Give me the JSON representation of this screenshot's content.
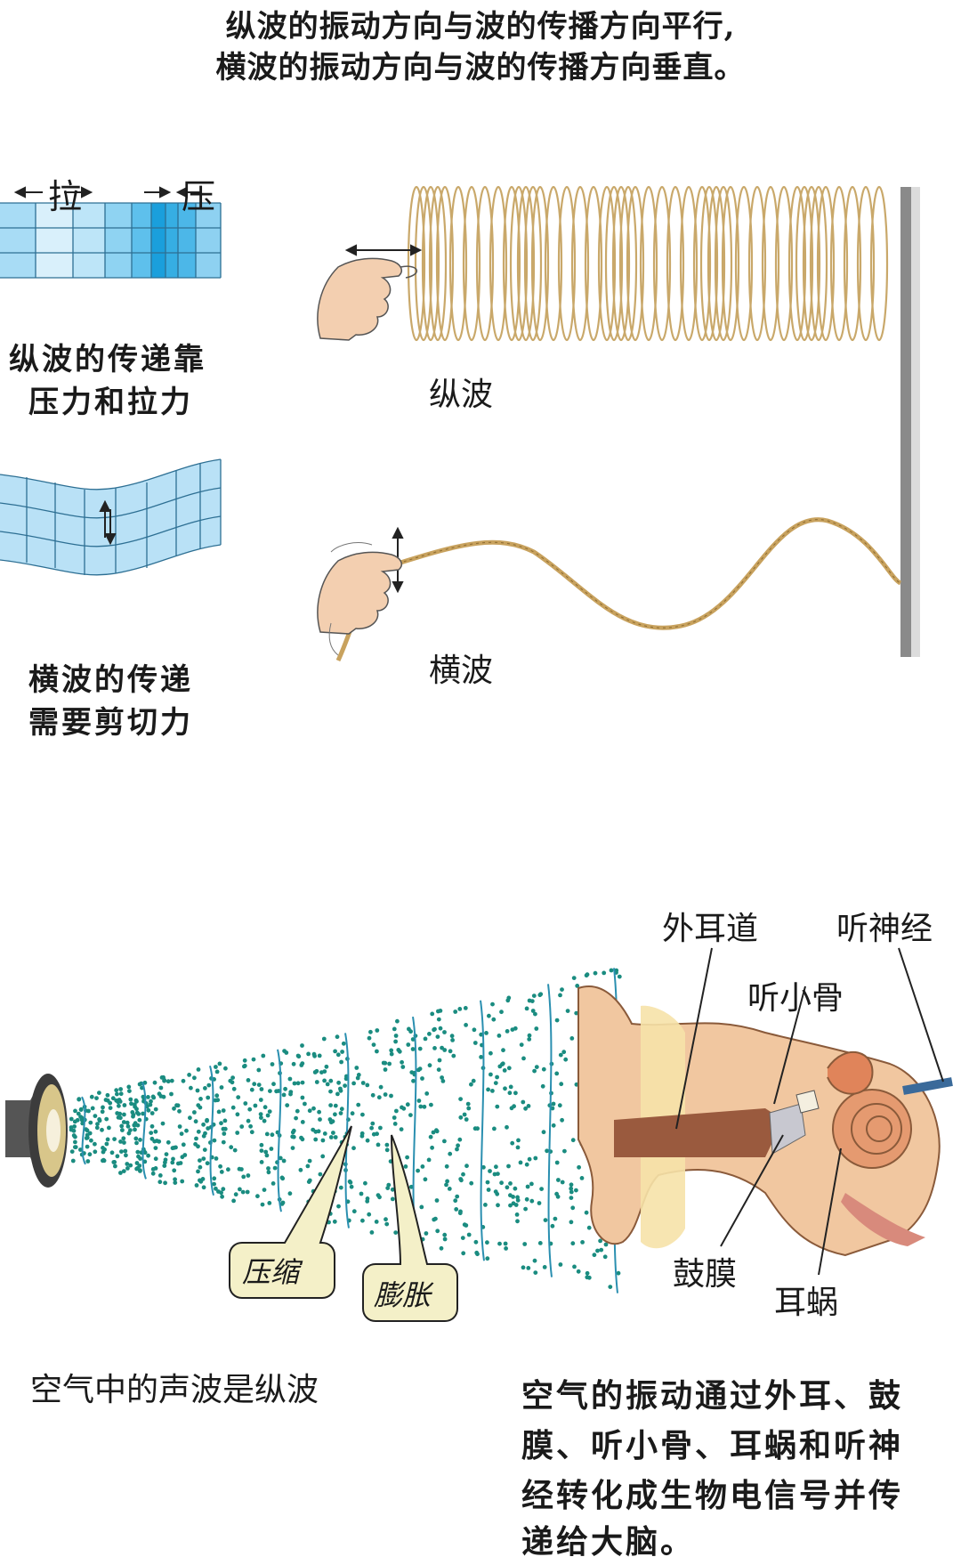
{
  "header": {
    "line1": "纵波的振动方向与波的传播方向平行,",
    "line2": "横波的振动方向与波的传播方向垂直。"
  },
  "longitudinal_panel": {
    "label_pull": "拉",
    "label_press": "压",
    "caption_line1": "纵波的传递靠",
    "caption_line2": "压力和拉力",
    "wave_label": "纵波"
  },
  "transverse_panel": {
    "caption_line1": "横波的传递",
    "caption_line2": "需要剪切力",
    "wave_label": "横波"
  },
  "sound_panel": {
    "bubble_compression": "压缩",
    "bubble_expansion": "膨胀",
    "caption": "空气中的声波是纵波",
    "description_lines": [
      "空气的振动通过外耳、鼓",
      "膜、听小骨、耳蜗和听神",
      "经转化成生物电信号并传",
      "递给大脑。"
    ]
  },
  "ear_labels": {
    "ear_canal": "外耳道",
    "auditory_nerve": "听神经",
    "ossicles": "听小骨",
    "eardrum": "鼓膜",
    "cochlea": "耳蜗"
  },
  "colors": {
    "grid_light": "#bfe3f6",
    "grid_mid": "#8fd0f0",
    "grid_dark": "#1a9fdc",
    "spring": "#c9a86a",
    "rope": "#c8a25e",
    "particles": "#1a8c80",
    "wave_fronts": "#2a8fb0",
    "ear_skin": "#f1c7a0",
    "bubble": "#f4f0c8"
  }
}
